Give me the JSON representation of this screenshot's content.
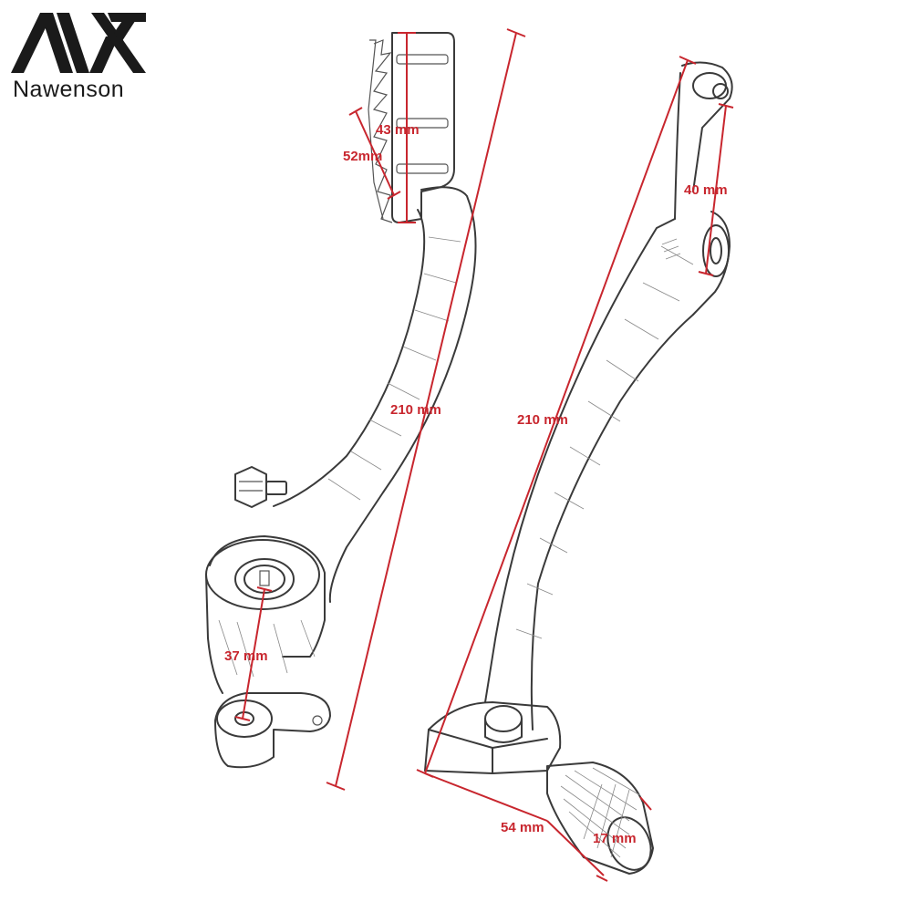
{
  "brand": {
    "name": "Nawenson",
    "logo_color": "#1a1a1a"
  },
  "dimensions": {
    "left_top_height": "43 mm",
    "left_top_width": "52mm",
    "left_length": "210 mm",
    "left_bottom": "37 mm",
    "right_top": "40 mm",
    "right_length": "210 mm",
    "right_bottom_length": "54 mm",
    "right_tip": "17 mm"
  },
  "colors": {
    "dimension": "#c8262e",
    "outline": "#3a3a3a"
  }
}
